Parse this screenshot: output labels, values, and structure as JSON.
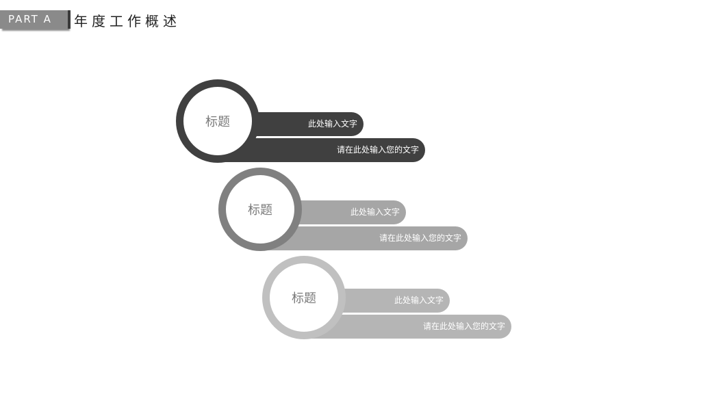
{
  "header": {
    "part_label": "PART A",
    "title": "年度工作概述"
  },
  "items": [
    {
      "title": "标题",
      "line1": "此处输入文字",
      "line2": "请在此处输入您的文字",
      "color": "#404040"
    },
    {
      "title": "标题",
      "line1": "此处输入文字",
      "line2": "请在此处输入您的文字",
      "color": "#808080"
    },
    {
      "title": "标题",
      "line1": "此处输入文字",
      "line2": "请在此处输入您的文字",
      "color": "#b5b5b5"
    }
  ]
}
